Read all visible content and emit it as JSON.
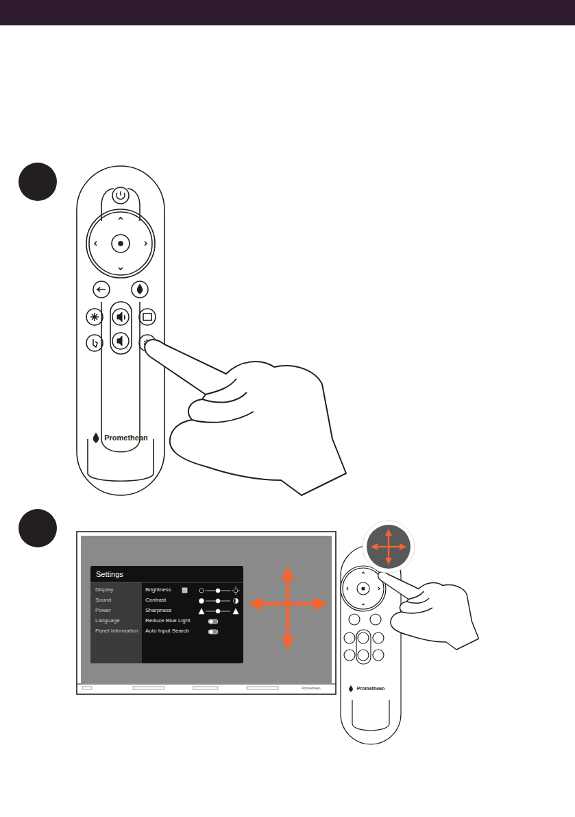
{
  "diagram": {
    "nodes": [
      {
        "text": [
          "Settings",
          "Brightness",
          "Contrast",
          "Sharpness",
          "Reduce Blue Light",
          "Auto Input Search"
        ]
      },
      {
        "text": [
          "Display",
          "Sound",
          "Power",
          "Language",
          "Panel Information"
        ],
        "in": 0
      }
    ],
    "labels": [
      "Promethean",
      "Promethean",
      "Promethean"
    ]
  }
}
